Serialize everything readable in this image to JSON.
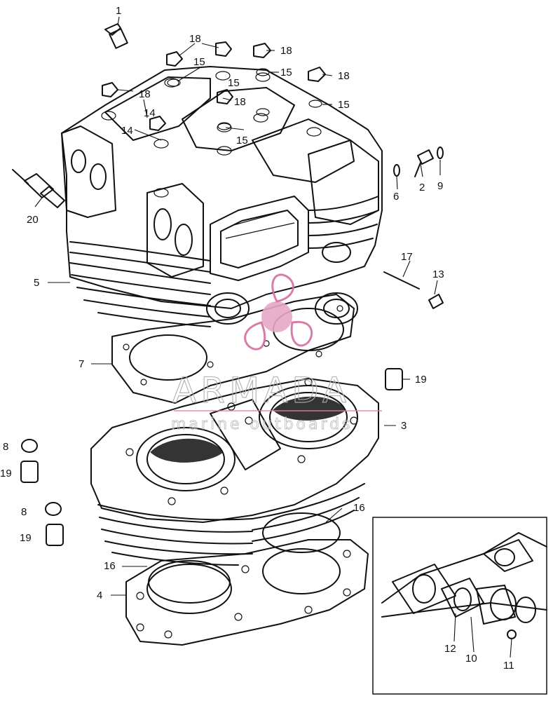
{
  "watermark": {
    "brand": "ARMADA",
    "tagline": "marine outboards",
    "colors": {
      "logo": "#e7a8c7",
      "logo_dark": "#d46fa0",
      "text": "#b0b0b0",
      "rule": "#e47fb0"
    }
  },
  "callouts": {
    "c1": "1",
    "c2": "2",
    "c3": "3",
    "c4": "4",
    "c5": "5",
    "c6": "6",
    "c7": "7",
    "c8a": "8",
    "c8b": "8",
    "c9": "9",
    "c10": "10",
    "c11": "11",
    "c12": "12",
    "c13": "13",
    "c14a": "14",
    "c14b": "14",
    "c15a": "15",
    "c15b": "15",
    "c15c": "15",
    "c15d": "15",
    "c15e": "15",
    "c16a": "16",
    "c16b": "16",
    "c17": "17",
    "c18a": "18",
    "c18b": "18",
    "c18c": "18",
    "c18d": "18",
    "c18e": "18",
    "c19a": "19",
    "c19b": "19",
    "c19c": "19",
    "c20": "20"
  }
}
